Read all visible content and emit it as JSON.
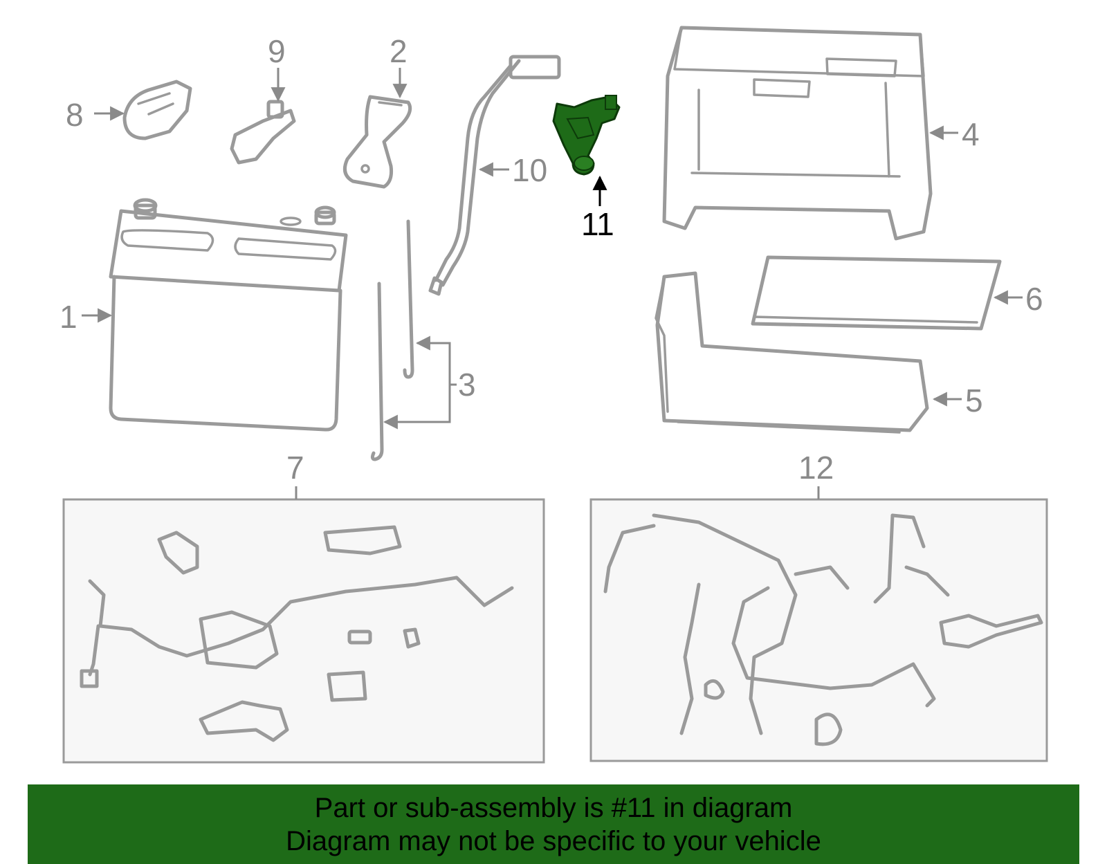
{
  "callouts": [
    "1",
    "2",
    "3",
    "4",
    "5",
    "6",
    "7",
    "8",
    "9",
    "10",
    "11",
    "12"
  ],
  "highlighted_part": "11",
  "colors": {
    "highlight": "#1e6b18",
    "line": "#9a9a9a",
    "banner": "#1e6b18"
  },
  "banner": {
    "line1": "Part or sub-assembly is #11 in diagram",
    "line2": "Diagram may not be specific to your vehicle"
  }
}
